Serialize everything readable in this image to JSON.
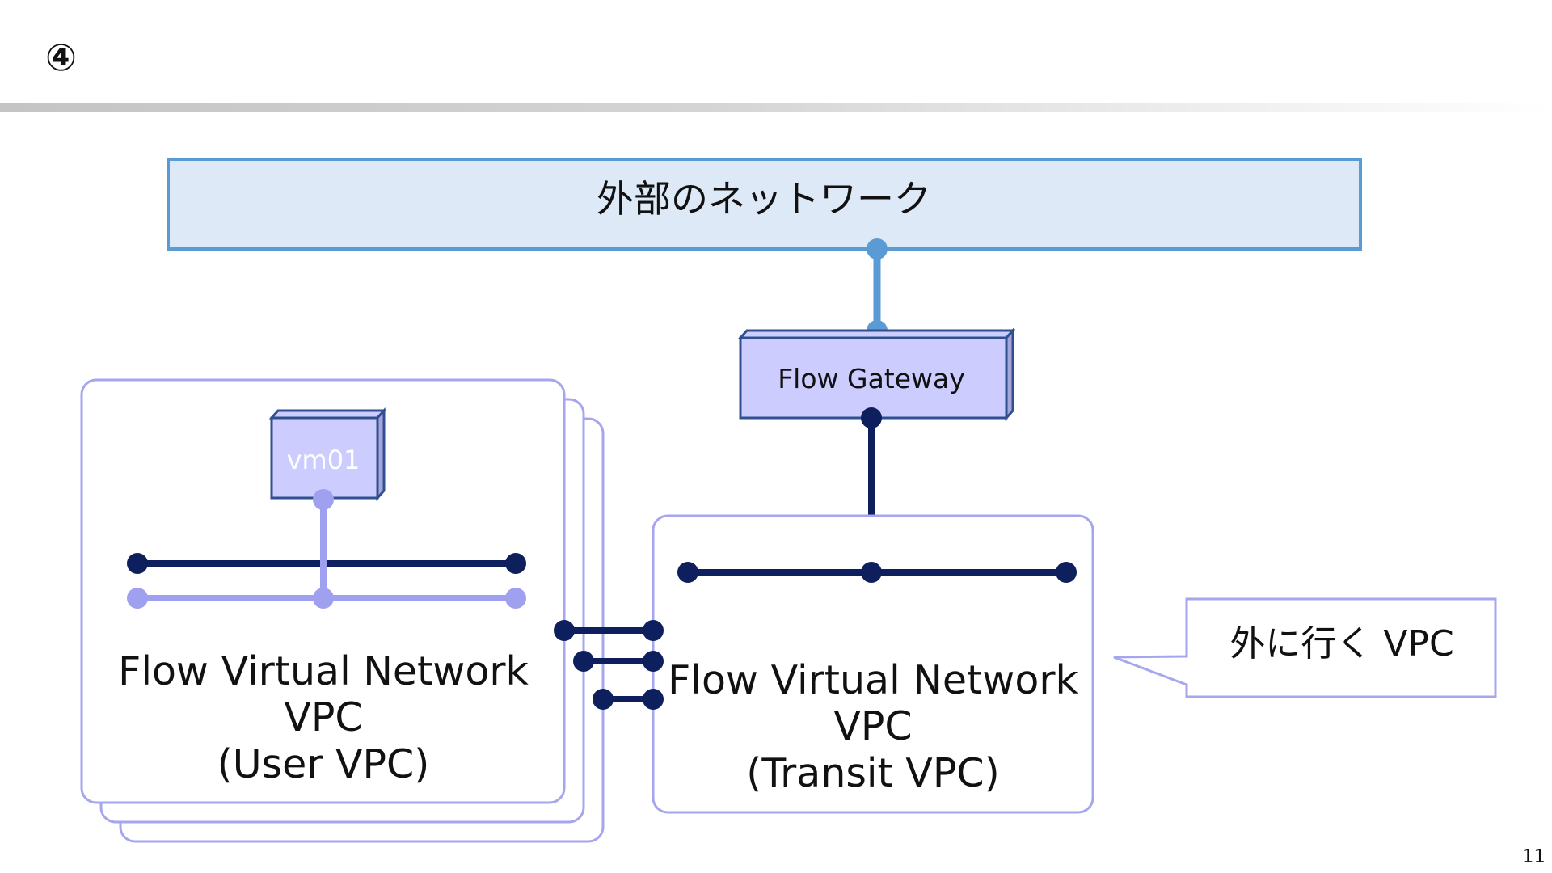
{
  "slide": {
    "title": "④",
    "page_number": "11"
  },
  "diagram": {
    "external_network": "外部のネットワーク",
    "gateway": "Flow Gateway",
    "vm": "vm01",
    "user_vpc": {
      "line1": "Flow Virtual Network",
      "line2": "VPC",
      "line3": "(User VPC)"
    },
    "transit_vpc": {
      "line1": "Flow Virtual Network",
      "line2": "VPC",
      "line3": "(Transit VPC)"
    },
    "callout": "外に行く VPC"
  },
  "colors": {
    "external_fill": "#dde9f6",
    "external_stroke": "#5b9bd5",
    "vpc_stroke": "#a6a6ef",
    "node_fill": "#ccccff",
    "node_stroke": "#2f4f8f",
    "dark_line": "#0d1f5c",
    "light_line": "#a0a0f0",
    "blue_line": "#5b9bd5"
  }
}
